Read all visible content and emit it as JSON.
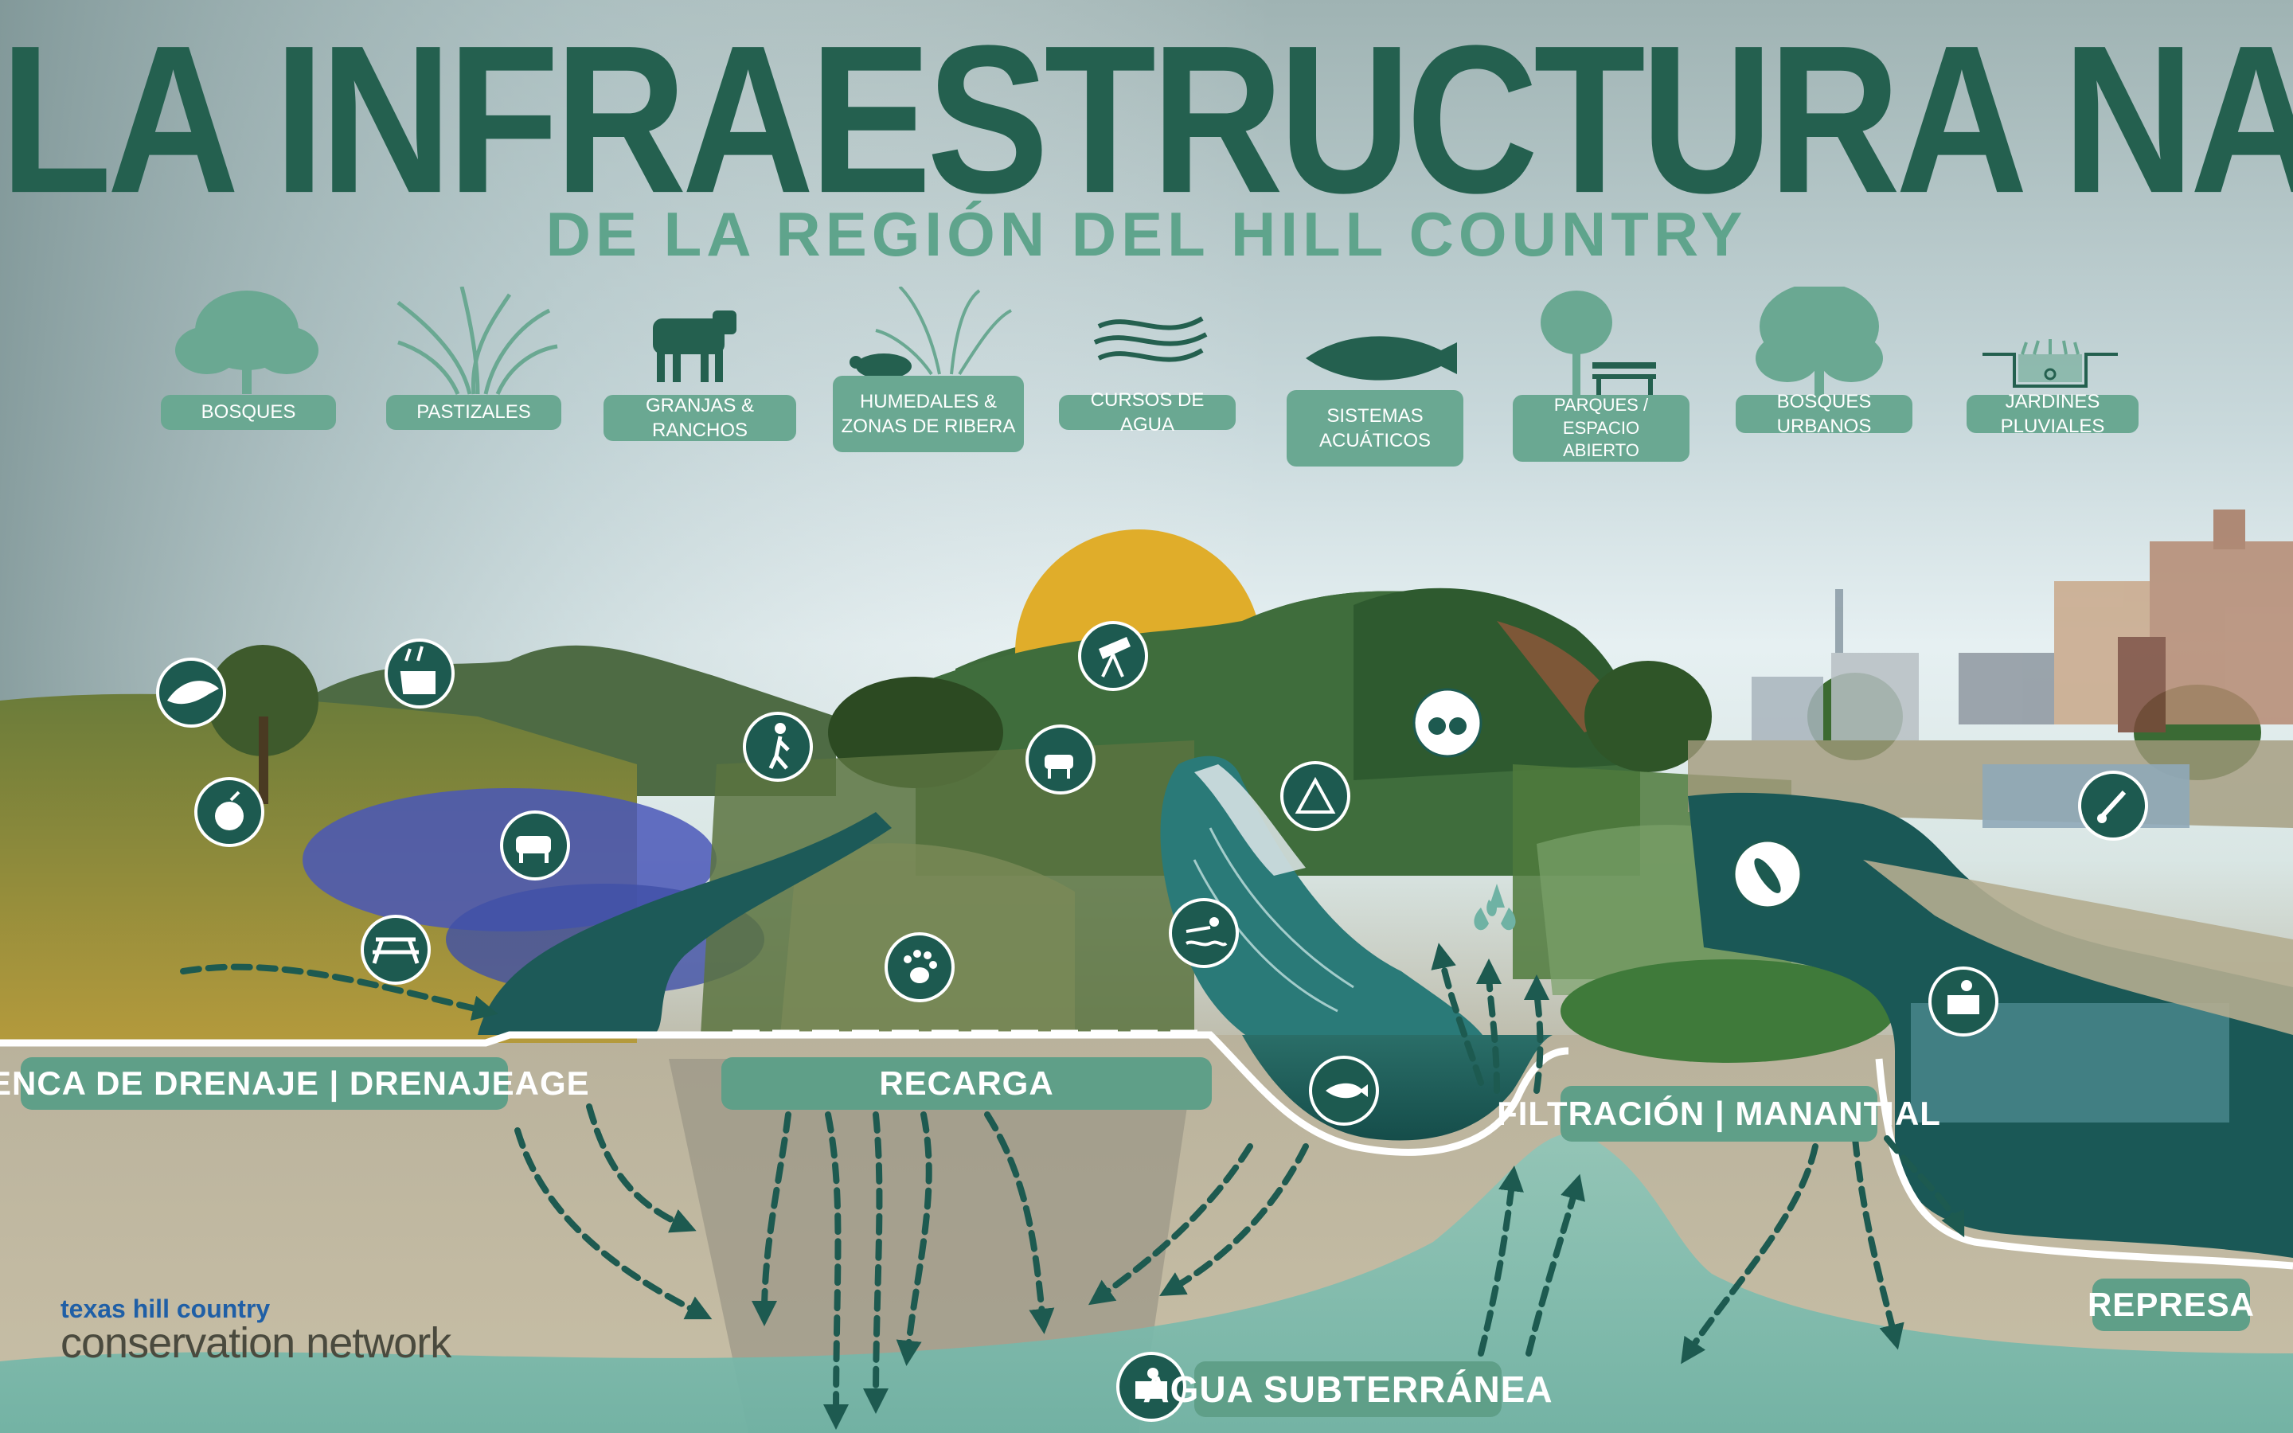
{
  "header": {
    "title": "LA INFRAESTRUCTURA NATURAL",
    "subtitle": "DE LA REGIÓN DEL HILL COUNTRY"
  },
  "categories": [
    {
      "label": "BOSQUES",
      "icon": "tree-icon"
    },
    {
      "label": "PASTIZALES",
      "icon": "grass-icon"
    },
    {
      "label": "GRANJAS & RANCHOS",
      "icon": "cow-icon"
    },
    {
      "label": "HUMEDALES &\nZONAS DE RIBERA",
      "icon": "turtle-reeds-icon"
    },
    {
      "label": "CURSOS DE AGUA",
      "icon": "waves-icon"
    },
    {
      "label": "SISTEMAS\nACUÁTICOS",
      "icon": "fish-icon"
    },
    {
      "label": "PARQUES / ESPACIO\nABIERTO",
      "icon": "tree-bench-icon"
    },
    {
      "label": "BOSQUES URBANOS",
      "icon": "urban-tree-icon"
    },
    {
      "label": "JARDINES PLUVIALES",
      "icon": "rain-garden-icon"
    }
  ],
  "zones": {
    "drainage": "CUENCA DE DRENAJE | DRENAJEAGE",
    "recharge": "RECARGA",
    "filtration": "FILTRACIÓN | MANANTIAL",
    "dam": "REPRESA",
    "groundwater": "AGUA SUBTERRÁNEA"
  },
  "activity_icons": [
    "bird-icon",
    "deer-icon",
    "fruit-icon",
    "cow-icon",
    "picnic-table-icon",
    "hiker-icon",
    "goat-icon",
    "telescope-icon",
    "paw-icon",
    "tent-icon",
    "swimmer-icon",
    "binoculars-icon",
    "fish-icon",
    "kayak-icon",
    "art-brush-icon",
    "drinking-fountain-icon",
    "water-tap-icon"
  ],
  "logo": {
    "line1": "texas hill country",
    "line2": "conservation network"
  },
  "colors": {
    "title": "#24604f",
    "subtitle": "#5fa48c",
    "label_bg": "#6aa892",
    "water": "#1d5a58",
    "sun": "#e0ad2a",
    "groundwater": "#7dbdb0",
    "logo_blue": "#1f5fa6"
  }
}
